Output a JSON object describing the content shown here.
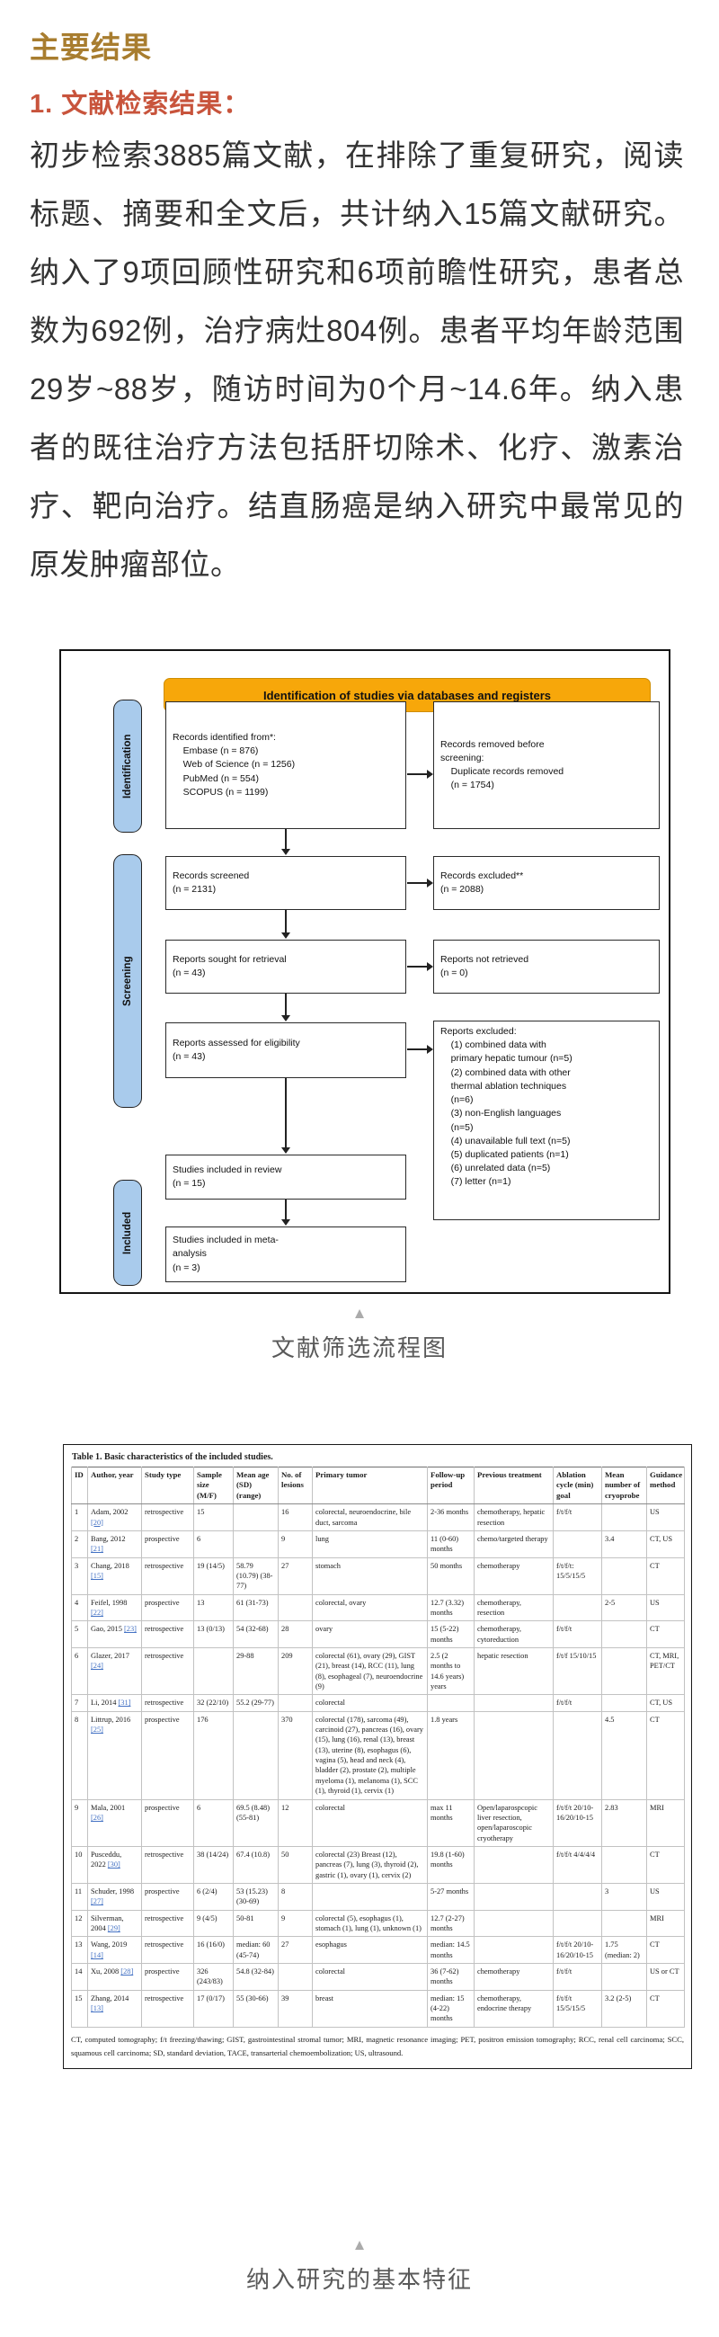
{
  "page": {
    "section_title": "主要结果",
    "subsection_title": "1. 文献检索结果：",
    "paragraph": "初步检索3885篇文献，在排除了重复研究，阅读标题、摘要和全文后，共计纳入15篇文献研究。纳入了9项回顾性研究和6项前瞻性研究，患者总数为692例，治疗病灶804例。患者平均年龄范围29岁~88岁，随访时间为0个月~14.6年。纳入患者的既往治疗方法包括肝切除术、化疗、激素治疗、靶向治疗。结直肠癌是纳入研究中最常见的原发肿瘤部位。"
  },
  "flow_diagram": {
    "header": "Identification of studies via databases and registers",
    "side_labels": {
      "identification": "Identification",
      "screening": "Screening",
      "included": "Included"
    },
    "boxes": {
      "identified": "Records identified from*:\n    Embase (n = 876)\n    Web of Science (n = 1256)\n    PubMed (n = 554)\n    SCOPUS (n = 1199)",
      "removed": "Records removed before\nscreening:\n    Duplicate records removed\n    (n = 1754)",
      "screened": "Records screened\n(n = 2131)",
      "excluded": "Records excluded**\n(n = 2088)",
      "sought": "Reports sought for retrieval\n(n = 43)",
      "not_retrieved": "Reports not retrieved\n(n = 0)",
      "assessed": "Reports assessed for eligibility\n(n = 43)",
      "reports_excluded": "Reports excluded:\n    (1) combined data with\n    primary hepatic tumour (n=5)\n    (2) combined data with other\n    thermal ablation techniques\n    (n=6)\n    (3) non-English languages\n    (n=5)\n    (4) unavailable full text (n=5)\n    (5) duplicated patients (n=1)\n    (6) unrelated data (n=5)\n    (7) letter (n=1)",
      "review": "Studies included in review\n(n = 15)",
      "meta": "Studies included in meta-\nanalysis\n(n = 3)"
    },
    "caption": "文献筛选流程图"
  },
  "table": {
    "title": "Table 1.  Basic characteristics of the included studies.",
    "columns": [
      {
        "key": "id",
        "label": "ID"
      },
      {
        "key": "author",
        "label": "Author, year"
      },
      {
        "key": "study_type",
        "label": "Study type"
      },
      {
        "key": "sample",
        "label": "Sample size (M/F)"
      },
      {
        "key": "age",
        "label": "Mean age (SD) (range)"
      },
      {
        "key": "lesions",
        "label": "No. of lesions"
      },
      {
        "key": "tumor",
        "label": "Primary tumor"
      },
      {
        "key": "followup",
        "label": "Follow-up period"
      },
      {
        "key": "treatment",
        "label": "Previous treatment"
      },
      {
        "key": "ablation",
        "label": "Ablation cycle (min) goal"
      },
      {
        "key": "cryoprobe",
        "label": "Mean number of cryoprobe"
      },
      {
        "key": "guidance",
        "label": "Guidance method"
      }
    ],
    "rows": [
      {
        "id": "1",
        "author": "Adam, 2002",
        "ref": "[20]",
        "study_type": "retrospective",
        "sample": "15",
        "age": "",
        "lesions": "16",
        "tumor": "colorectal, neuroendocrine, bile duct, sarcoma",
        "followup": "2-36 months",
        "treatment": "chemotherapy, hepatic resection",
        "ablation": "f/t/f/t",
        "cryoprobe": "",
        "guidance": "US"
      },
      {
        "id": "2",
        "author": "Bang, 2012",
        "ref": "[21]",
        "study_type": "prospective",
        "sample": "6",
        "age": "",
        "lesions": "9",
        "tumor": "lung",
        "followup": "11 (0-60) months",
        "treatment": "chemo/targeted therapy",
        "ablation": "",
        "cryoprobe": "3.4",
        "guidance": "CT, US"
      },
      {
        "id": "3",
        "author": "Chang, 2018",
        "ref": "[15]",
        "study_type": "retrospective",
        "sample": "19 (14/5)",
        "age": "58.79 (10.79) (38-77)",
        "lesions": "27",
        "tumor": "stomach",
        "followup": "50 months",
        "treatment": "chemotherapy",
        "ablation": "f/t/f/t: 15/5/15/5",
        "cryoprobe": "",
        "guidance": "CT"
      },
      {
        "id": "4",
        "author": "Feifel, 1998",
        "ref": "[22]",
        "study_type": "prospective",
        "sample": "13",
        "age": "61 (31-73)",
        "lesions": "",
        "tumor": "colorectal, ovary",
        "followup": "12.7 (3.32) months",
        "treatment": "chemotherapy, resection",
        "ablation": "",
        "cryoprobe": "2-5",
        "guidance": "US"
      },
      {
        "id": "5",
        "author": "Gao, 2015",
        "ref": "[23]",
        "study_type": "retrospective",
        "sample": "13 (0/13)",
        "age": "54 (32-68)",
        "lesions": "28",
        "tumor": "ovary",
        "followup": "15 (5-22) months",
        "treatment": "chemotherapy, cytoreduction",
        "ablation": "f/t/f/t",
        "cryoprobe": "",
        "guidance": "CT"
      },
      {
        "id": "6",
        "author": "Glazer, 2017",
        "ref": "[24]",
        "study_type": "retrospective",
        "sample": "",
        "age": "29-88",
        "lesions": "209",
        "tumor": "colorectal (61), ovary (29), GIST (21), breast (14), RCC (11), lung (8), esophageal (7), neuroendocrine (9)",
        "followup": "2.5 (2 months to 14.6 years) years",
        "treatment": "hepatic resection",
        "ablation": "f/t/f 15/10/15",
        "cryoprobe": "",
        "guidance": "CT, MRI, PET/CT"
      },
      {
        "id": "7",
        "author": "Li, 2014",
        "ref": "[31]",
        "study_type": "retrospective",
        "sample": "32 (22/10)",
        "age": "55.2 (29-77)",
        "lesions": "",
        "tumor": "colorectal",
        "followup": "",
        "treatment": "",
        "ablation": "f/t/f/t",
        "cryoprobe": "",
        "guidance": "CT, US"
      },
      {
        "id": "8",
        "author": "Littrup, 2016",
        "ref": "[25]",
        "study_type": "prospective",
        "sample": "176",
        "age": "",
        "lesions": "370",
        "tumor": "colorectal (178), sarcoma (49), carcinoid (27), pancreas (16), ovary (15), lung (16), renal (13), breast (13), uterine (8), esophagus (6), vagina (5), head and neck (4), bladder (2), prostate (2), multiple myeloma (1), melanoma (1), SCC (1), thyroid (1), cervix (1)",
        "followup": "1.8 years",
        "treatment": "",
        "ablation": "",
        "cryoprobe": "4.5",
        "guidance": "CT"
      },
      {
        "id": "9",
        "author": "Mala, 2001",
        "ref": "[26]",
        "study_type": "prospective",
        "sample": "6",
        "age": "69.5 (8.48) (55-81)",
        "lesions": "12",
        "tumor": "colorectal",
        "followup": "max 11 months",
        "treatment": "Open/laparospcopic liver resection, open/laparoscopic cryotherapy",
        "ablation": "f/t/f/t 20/10-16/20/10-15",
        "cryoprobe": "2.83",
        "guidance": "MRI"
      },
      {
        "id": "10",
        "author": "Pusceddu, 2022",
        "ref": "[30]",
        "study_type": "retrospective",
        "sample": "38 (14/24)",
        "age": "67.4 (10.8)",
        "lesions": "50",
        "tumor": "colorectal (23) Breast (12), pancreas (7), lung (3), thyroid (2), gastric (1), ovary (1), cervix (2)",
        "followup": "19.8 (1-60) months",
        "treatment": "",
        "ablation": "f/t/f/t 4/4/4/4",
        "cryoprobe": "",
        "guidance": "CT"
      },
      {
        "id": "11",
        "author": "Schuder, 1998",
        "ref": "[27]",
        "study_type": "prospective",
        "sample": "6 (2/4)",
        "age": "53 (15.23) (30-69)",
        "lesions": "8",
        "tumor": "",
        "followup": "5-27 months",
        "treatment": "",
        "ablation": "",
        "cryoprobe": "3",
        "guidance": "US"
      },
      {
        "id": "12",
        "author": "Silverman, 2004",
        "ref": "[29]",
        "study_type": "retrospective",
        "sample": "9 (4/5)",
        "age": "50-81",
        "lesions": "9",
        "tumor": "colorectal (5), esophagus (1), stomach (1), lung (1), unknown (1)",
        "followup": "12.7 (2-27) months",
        "treatment": "",
        "ablation": "",
        "cryoprobe": "",
        "guidance": "MRI"
      },
      {
        "id": "13",
        "author": "Wang, 2019",
        "ref": "[14]",
        "study_type": "retrospective",
        "sample": "16 (16/0)",
        "age": "median: 60 (45-74)",
        "lesions": "27",
        "tumor": "esophagus",
        "followup": "median: 14.5 months",
        "treatment": "",
        "ablation": "f/t/f/t 20/10-16/20/10-15",
        "cryoprobe": "1.75 (median: 2)",
        "guidance": "CT"
      },
      {
        "id": "14",
        "author": "Xu, 2008",
        "ref": "[28]",
        "study_type": "prospective",
        "sample": "326 (243/83)",
        "age": "54.8 (32-84)",
        "lesions": "",
        "tumor": "colorectal",
        "followup": "36 (7-62) months",
        "treatment": "chemotherapy",
        "ablation": "f/t/f/t",
        "cryoprobe": "",
        "guidance": "US or CT"
      },
      {
        "id": "15",
        "author": "Zhang, 2014",
        "ref": "[13]",
        "study_type": "retrospective",
        "sample": "17 (0/17)",
        "age": "55 (30-66)",
        "lesions": "39",
        "tumor": "breast",
        "followup": "median: 15 (4-22) months",
        "treatment": "chemotherapy, endocrine therapy",
        "ablation": "f/t/f/t 15/5/15/5",
        "cryoprobe": "3.2 (2-5)",
        "guidance": "CT"
      }
    ],
    "footnote": "CT, computed tomography; f/t freezing/thawing; GIST, gastrointestinal stromal tumor; MRI, magnetic resonance imaging; PET, positron emission tomography; RCC, renal cell carcinoma; SCC, squamous cell carcinoma; SD, standard deviation, TACE, transarterial chemoembolization; US, ultrasound.",
    "caption": "纳入研究的基本特征"
  }
}
